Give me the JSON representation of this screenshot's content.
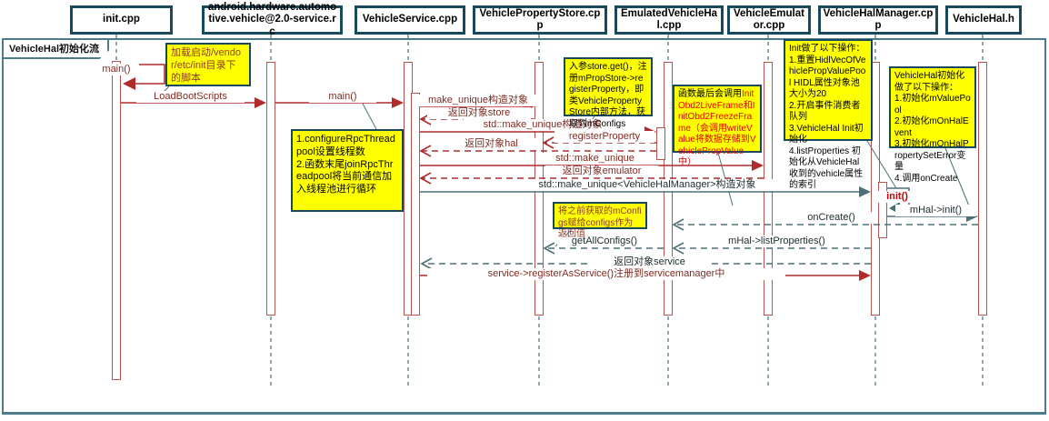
{
  "frame": {
    "title": "VehicleHal初始化流程"
  },
  "participants": [
    {
      "label": "init.cpp"
    },
    {
      "label": "android.hardware.automotive.vehicle@2.0-service.rc"
    },
    {
      "label": "VehicleService.cpp"
    },
    {
      "label": "VehiclePropertyStore.cpp"
    },
    {
      "label": "EmulatedVehicleHal.cpp"
    },
    {
      "label": "VehicleEmulator.cpp"
    },
    {
      "label": "VehicleHalManager.cpp"
    },
    {
      "label": "VehicleHal.h"
    }
  ],
  "messages": [
    {
      "label": "main()",
      "kind": "self-call"
    },
    {
      "label": "LoadBootScripts",
      "kind": "call"
    },
    {
      "label": "main()",
      "kind": "call"
    },
    {
      "label": "make_unique构造对象",
      "kind": "call"
    },
    {
      "label": "返回对象store",
      "kind": "return"
    },
    {
      "label": "std::make_unique构造对象",
      "kind": "call"
    },
    {
      "label": "registerProperty",
      "kind": "return"
    },
    {
      "label": "返回对象hal",
      "kind": "return"
    },
    {
      "label": "std::make_unique",
      "kind": "call"
    },
    {
      "label": "返回对象emulator",
      "kind": "return"
    },
    {
      "label": "std::make_unique<VehicleHalManager>构造对象",
      "kind": "call"
    },
    {
      "label": "init()",
      "kind": "self-call"
    },
    {
      "label": "mHal->init()",
      "kind": "call"
    },
    {
      "label": "onCreate()",
      "kind": "return"
    },
    {
      "label": "getAllConfigs()",
      "kind": "return"
    },
    {
      "label": "mHal->listProperties()",
      "kind": "return"
    },
    {
      "label": "返回对象service",
      "kind": "return"
    },
    {
      "label": "service->registerAsService()注册到servicemanager中",
      "kind": "call"
    }
  ],
  "notes": [
    {
      "text": "加载启动/vendor/etc/init目录下的脚本"
    },
    {
      "text": "1.configureRpcThreadpool设置线程数\n2.函数末尾joinRpcThreadpool将当前通信加入线程池进行循环"
    },
    {
      "text": "入参store.get()，注册mPropStore->registerProperty，即类VehiclePropertyStore内部方法，获取到mConfigs"
    },
    {
      "text_black": "函数最后会调用",
      "text_red": "InitObd2LiveFrame和InitObd2FreezeFrame（会调用writeValue将数据存储到VehiclePropValue中）"
    },
    {
      "text": "Init做了以下操作：\n1.重置HidlVecOfVehiclePropValuePool HIDL属性对象池大小为20\n2.开启事件消费者队列\n3.VehicleHal Init初始化\n4.listProperties 初始化从VehicleHal收到的vehicle属性的索引"
    },
    {
      "text": "VehicleHal初始化做了以下操作：\n1.初始化mValuePool\n2.初始化mOnHalEvent\n3.初始化mOnHalPropertySetError变量\n4.调用onCreate"
    },
    {
      "text": "将之前获取的mConfigs赋给configs作为返回值"
    }
  ],
  "colors": {
    "call_arrow_red": "#B02B2C",
    "call_arrow_teal": "#4D7078",
    "participant_border": "#19495C",
    "note_fill": "#FFFF00",
    "note_red_text": "#E60000",
    "lifeline": "#5E838D"
  }
}
